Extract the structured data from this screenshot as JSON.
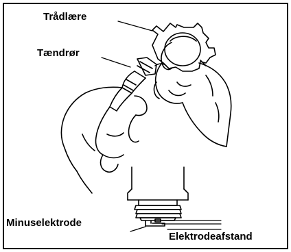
{
  "labels": {
    "wire_gauge": "Trådlære",
    "spark_plug": "Tændrør",
    "ground_electrode": "Minuselektrode",
    "electrode_gap": "Elektrodeafstand"
  },
  "colors": {
    "ink": "#000000",
    "paper": "#ffffff"
  }
}
